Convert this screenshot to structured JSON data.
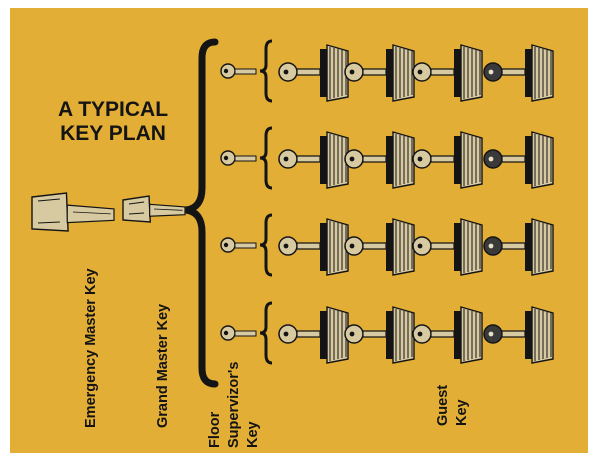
{
  "title_lines": [
    "A TYPICAL",
    "KEY PLAN"
  ],
  "labels": {
    "emergency": "Emergency Master Key",
    "grand": "Grand Master Key",
    "floor_line1": "Floor",
    "floor_line2": "Supervizor's",
    "floor_line3": "Key",
    "guest_line1": "Guest",
    "guest_line2": "Key"
  },
  "structure": {
    "floors": 4,
    "guest_keys_per_floor": 4
  },
  "colors": {
    "background": "#e2ae36",
    "ink": "#141414",
    "key_metal": "#d7c9a0"
  }
}
